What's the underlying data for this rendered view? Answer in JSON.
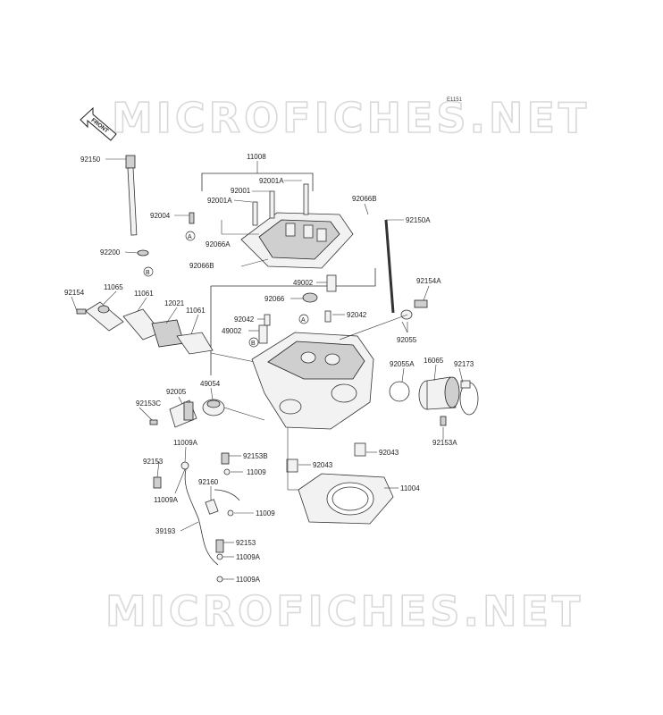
{
  "diagram": {
    "code": "E1151",
    "front_label": "FRONT",
    "watermark": "MICROFICHES.NET",
    "ref_markers": [
      "A",
      "B"
    ],
    "labels": {
      "p92150": "92150",
      "p11008": "11008",
      "p92001A_top": "92001A",
      "p92001": "92001",
      "p92001A": "92001A",
      "p92066B_top": "92066B",
      "p92004": "92004",
      "p92150A": "92150A",
      "p92066A": "92066A",
      "p92200": "92200",
      "p92066B": "92066B",
      "p49002_top": "49002",
      "p92154A": "92154A",
      "p92154": "92154",
      "p11065": "11065",
      "p11061a": "11061",
      "p92066": "92066",
      "p12021": "12021",
      "p11061b": "11061",
      "p92042a": "92042",
      "p92042b": "92042",
      "p49002": "49002",
      "p92055": "92055",
      "p92055A": "92055A",
      "p16065": "16065",
      "p92173": "92173",
      "p49054": "49054",
      "p92005": "92005",
      "p92153C": "92153C",
      "p92153A": "92153A",
      "p11009A_a": "11009A",
      "p92153B": "92153B",
      "p92043b": "92043",
      "p92153_a": "92153",
      "p11009_a": "11009",
      "p92043a": "92043",
      "p92160": "92160",
      "p11009A_b": "11009A",
      "p11004": "11004",
      "p11009_b": "11009",
      "p39193": "39193",
      "p92153_b": "92153",
      "p11009A_c": "11009A",
      "p11009A_d": "11009A"
    }
  }
}
